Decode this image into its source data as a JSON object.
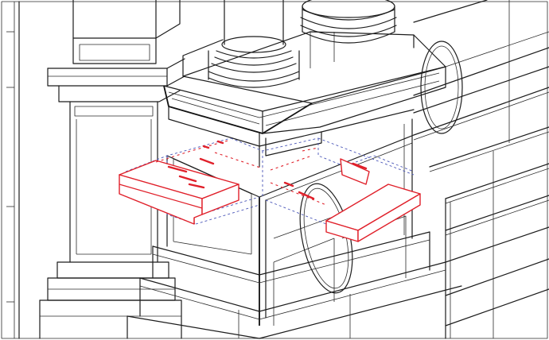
{
  "drawing": {
    "kind": "exploded axonometric line drawing",
    "colors": {
      "linework": "#1c1c1c",
      "highlighted_parts": "#e0202a",
      "projection_lines": "#4a56b8",
      "background": "#ffffff"
    },
    "highlighted_parts": [
      {
        "id": "left-block"
      },
      {
        "id": "right-block"
      }
    ]
  }
}
